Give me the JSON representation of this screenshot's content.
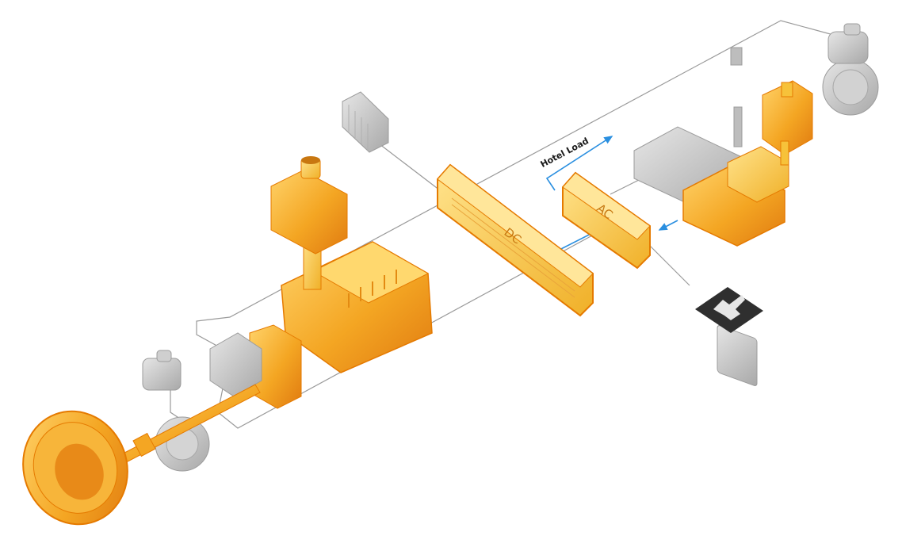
{
  "diagram": {
    "hotel_load_label": "Hotel Load",
    "dc_bus_label": "DC",
    "ac_bus_label": "AC",
    "shore_power_icon": "shore-power-plug-icon",
    "colors": {
      "active_orange": "#F29A1A",
      "active_yellow": "#F7C23A",
      "active_outline": "#E57A00",
      "inactive_gray": "#C7C7C7",
      "inactive_dark": "#A9A9A9",
      "line_gray": "#9A9A9A",
      "flow_blue": "#2A8FE0",
      "icon_bg": "#2F2F2F"
    }
  }
}
